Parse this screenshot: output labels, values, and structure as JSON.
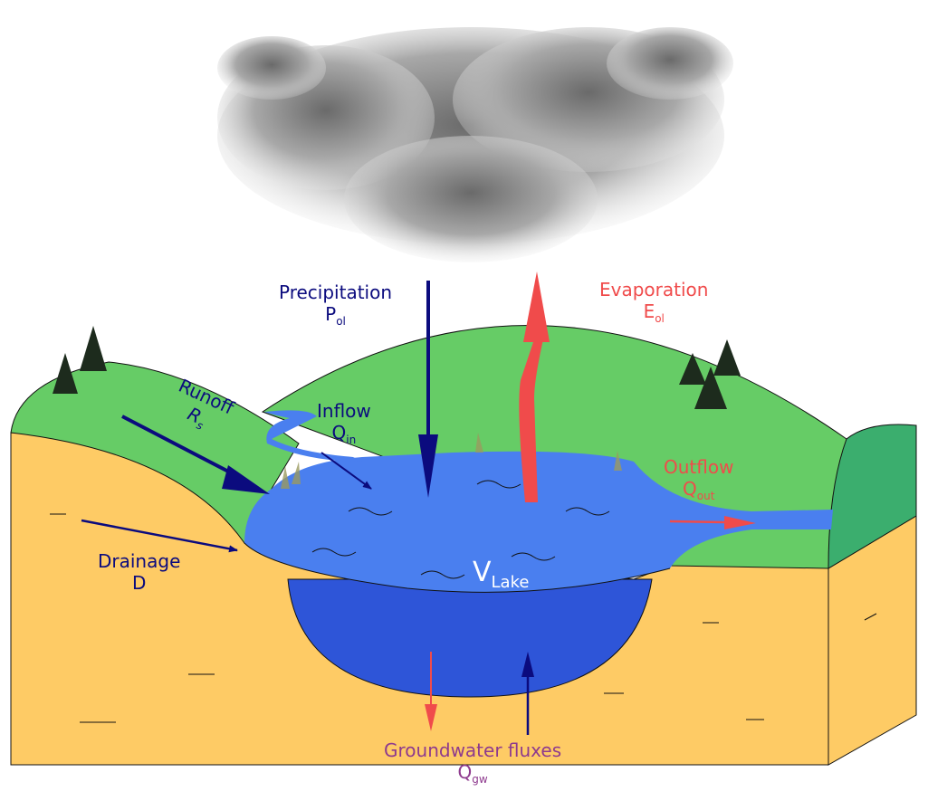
{
  "labels": {
    "precipitation": {
      "name": "Precipitation",
      "symbol": "P",
      "sub": "ol"
    },
    "evaporation": {
      "name": "Evaporation",
      "symbol": "E",
      "sub": "ol"
    },
    "runoff": {
      "name": "Runoff",
      "symbol": "R",
      "sub": "s"
    },
    "inflow": {
      "name": "Inflow",
      "symbol": "Q",
      "sub": "in"
    },
    "outflow": {
      "name": "Outflow",
      "symbol": "Q",
      "sub": "out"
    },
    "drainage": {
      "name": "Drainage",
      "symbol": "D"
    },
    "lake_volume": {
      "symbol": "V",
      "sub": "Lake"
    },
    "groundwater": {
      "name": "Groundwater fluxes",
      "symbol": "Q",
      "sub": "gw"
    }
  },
  "colors": {
    "inflow_arrows": "#0B0B7E",
    "outflow_arrows": "#F04B4B",
    "groundwater_label": "#8E3A8E",
    "lake_surface": "#4A7FEF",
    "lake_deep": "#2E55D8",
    "grass": "#66CC66",
    "soil": "#FECB65"
  }
}
